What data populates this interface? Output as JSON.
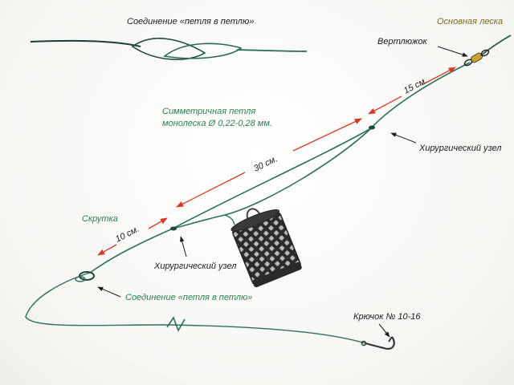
{
  "labels": {
    "loop_join_top": "Соединение «петля в петлю»",
    "main_line": "Основная леска",
    "swivel": "Вертлюжок",
    "loop_title_1": "Симметричная петля",
    "loop_title_2": "монолеска Ø 0,22-0,28 мм.",
    "surgeon_knot_right": "Хирургический узел",
    "twist": "Скрутка",
    "surgeon_knot_bottom": "Хирургический узел",
    "loop_join_bottom": "Соединение «петля в петлю»",
    "hook": "Крючок № 10-16"
  },
  "measurements": {
    "m15": "15 см.",
    "m30": "30 см.",
    "m10": "10 см."
  },
  "colors": {
    "line": "#2f6f5a",
    "measure": "#d83a2a",
    "text_green": "#2e7d4f",
    "text_yellow": "#7a6a20",
    "feeder": "#333333"
  }
}
